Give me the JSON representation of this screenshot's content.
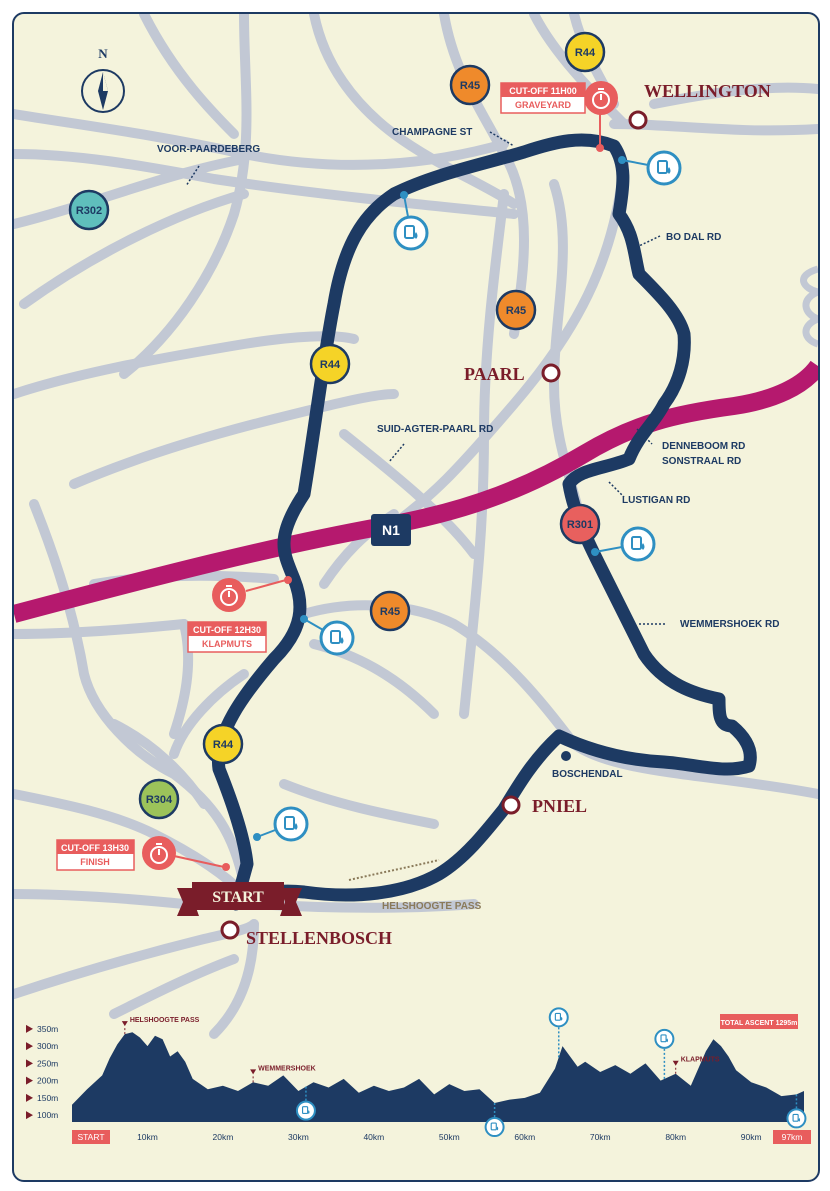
{
  "compass": {
    "letter": "N",
    "icon": "compass-icon"
  },
  "towns": {
    "wellington": "WELLINGTON",
    "paarl": "PAARL",
    "pniel": "PNIEL",
    "stellenbosch": "STELLENBOSCH"
  },
  "road_labels": {
    "champagne": "CHAMPAGNE ST",
    "voor_paardeberg": "VOOR-PAARDEBERG",
    "bo_dal": "BO DAL RD",
    "suid_agter_paarl": "SUID-AGTER-PAARL RD",
    "denneboom": "DENNEBOOM RD",
    "sonstraal": "SONSTRAAL RD",
    "lustigan": "LUSTIGAN RD",
    "wemmershoek": "WEMMERSHOEK RD",
    "boschendal": "BOSCHENDAL",
    "helshoogte": "HELSHOOGTE PASS"
  },
  "shields": {
    "r44_top": "R44",
    "r45_top": "R45",
    "r302": "R302",
    "r45_mid": "R45",
    "r44_left": "R44",
    "r301": "R301",
    "r45_low": "R45",
    "r44_low": "R44",
    "r304": "R304",
    "n1": "N1"
  },
  "cutoffs": [
    {
      "line1": "CUT-OFF 11H00",
      "line2": "GRAVEYARD"
    },
    {
      "line1": "CUT-OFF 12H30",
      "line2": "KLAPMUTS"
    },
    {
      "line1": "CUT-OFF 13H30",
      "line2": "FINISH"
    }
  ],
  "start_banner": "START",
  "water_station_icon": "water-station-icon",
  "stopwatch_icon": "stopwatch-icon",
  "colors": {
    "route": "#1d3a63",
    "n1": "#b5196e",
    "roads": "#c2c8d4",
    "background": "#f4f3dc",
    "town": "#7a1d2a",
    "cutoff": "#e85d5d",
    "water": "#2e8fc2",
    "r44": "#f5d327",
    "r45": "#ef8a2b",
    "r302": "#5fbfbc",
    "r301": "#e8605e",
    "r304": "#9cc35a"
  },
  "chart_data": {
    "type": "area",
    "title": "",
    "xlabel": "",
    "ylabel": "",
    "x_ticks": [
      "START",
      "10km",
      "20km",
      "30km",
      "40km",
      "50km",
      "60km",
      "70km",
      "80km",
      "90km",
      "97km"
    ],
    "y_ticks": [
      "350m",
      "300m",
      "250m",
      "200m",
      "150m",
      "100m"
    ],
    "xlim": [
      0,
      97
    ],
    "ylim": [
      80,
      370
    ],
    "total_ascent": "TOTAL ASCENT 1295m",
    "annotations": [
      {
        "label": "HELSHOOGTE PASS",
        "x": 7
      },
      {
        "label": "WEMMERSHOEK",
        "x": 24
      },
      {
        "label": "KLAPMUTS",
        "x": 80
      }
    ],
    "water_km": [
      31,
      56,
      64.5,
      78.5,
      96
    ],
    "x": [
      0,
      2,
      4,
      5,
      6,
      7,
      8,
      9,
      10,
      11,
      12,
      13,
      14,
      15,
      16,
      18,
      20,
      22,
      24,
      26,
      28,
      30,
      32,
      34,
      36,
      38,
      40,
      42,
      44,
      46,
      48,
      50,
      52,
      54,
      56,
      58,
      60,
      62,
      64,
      65,
      66,
      67,
      68,
      70,
      72,
      74,
      76,
      78,
      80,
      82,
      84,
      85,
      86,
      87,
      88,
      90,
      92,
      94,
      96,
      97
    ],
    "y": [
      130,
      175,
      215,
      265,
      305,
      335,
      340,
      325,
      300,
      330,
      320,
      270,
      285,
      255,
      205,
      175,
      185,
      170,
      195,
      185,
      215,
      170,
      195,
      180,
      205,
      165,
      185,
      170,
      180,
      205,
      160,
      190,
      170,
      175,
      135,
      145,
      150,
      165,
      235,
      300,
      270,
      240,
      255,
      225,
      245,
      220,
      250,
      200,
      220,
      185,
      285,
      320,
      300,
      270,
      230,
      195,
      180,
      155,
      160,
      170
    ]
  }
}
